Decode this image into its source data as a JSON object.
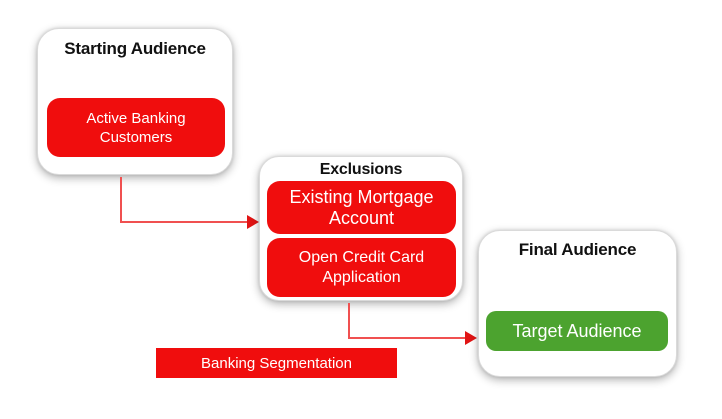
{
  "diagram": {
    "starting_box": {
      "title": "Starting Audience",
      "pill": {
        "line1": "Active Banking",
        "line2": "Customers"
      }
    },
    "exclusions_box": {
      "title": "Exclusions",
      "pill1": {
        "line1": "Existing Mortgage",
        "line2": "Account"
      },
      "pill2": {
        "line1": "Open Credit Card",
        "line2": "Application"
      }
    },
    "final_box": {
      "title": "Final Audience",
      "pill": {
        "label": "Target Audience"
      }
    },
    "segmentation_label": "Banking Segmentation"
  },
  "colors": {
    "node_fill_red": "#F00D0D",
    "node_fill_green": "#4CA32F",
    "arrow_line": "#F05050",
    "arrow_head": "#E11414",
    "box_background": "#FFFFFF",
    "box_border": "#DADADA",
    "title_text": "#111111",
    "pill_text": "#FFFFFF"
  }
}
